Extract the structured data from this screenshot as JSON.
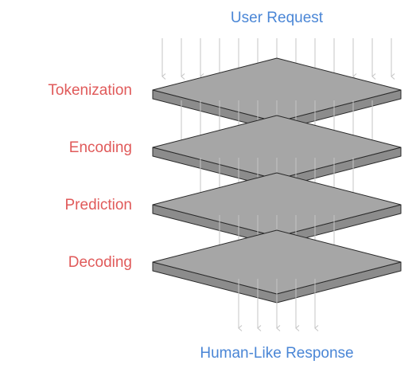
{
  "title": "User Request",
  "footer": "Human-Like Response",
  "layers": [
    {
      "label": "Tokenization"
    },
    {
      "label": "Encoding"
    },
    {
      "label": "Prediction"
    },
    {
      "label": "Decoding"
    }
  ],
  "colors": {
    "layer_label": "#e05a5a",
    "io_label": "#4a86d6",
    "plate_top": "#a6a6a6",
    "plate_side": "#8c8c8c",
    "plate_edge": "#2a2a2a",
    "arrow": "#c4c4c4"
  }
}
